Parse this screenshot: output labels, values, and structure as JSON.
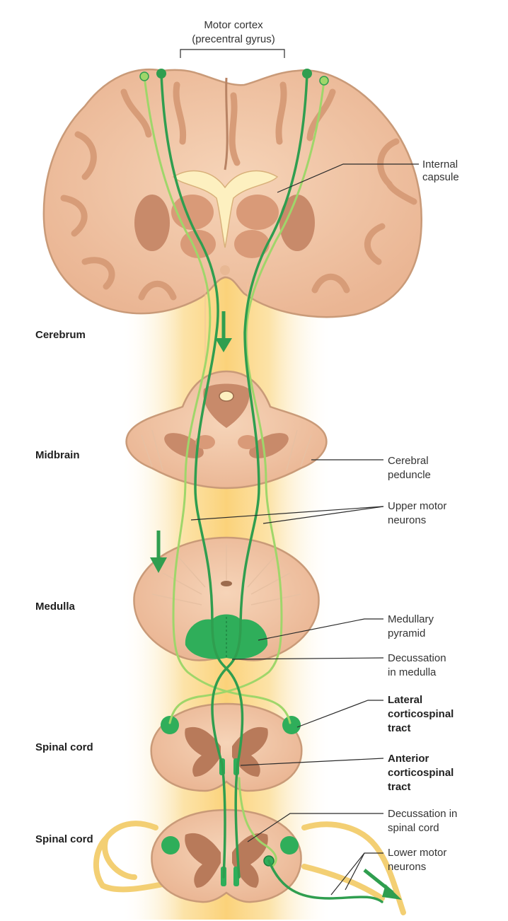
{
  "sections": {
    "cerebrum": "Cerebrum",
    "midbrain": "Midbrain",
    "medulla": "Medulla",
    "spinal_cord_1": "Spinal cord",
    "spinal_cord_2": "Spinal cord"
  },
  "labels": {
    "motor_cortex_1": "Motor cortex",
    "motor_cortex_2": "(precentral gyrus)",
    "internal_capsule_1": "Internal",
    "internal_capsule_2": "capsule",
    "cerebral_peduncle_1": "Cerebral",
    "cerebral_peduncle_2": "peduncle",
    "upper_motor_1": "Upper motor",
    "upper_motor_2": "neurons",
    "medullary_pyramid_1": "Medullary",
    "medullary_pyramid_2": "pyramid",
    "decussation_medulla_1": "Decussation",
    "decussation_medulla_2": "in medulla",
    "lateral_cst_1": "Lateral",
    "lateral_cst_2": "corticospinal",
    "lateral_cst_3": "tract",
    "anterior_cst_1": "Anterior",
    "anterior_cst_2": "corticospinal",
    "anterior_cst_3": "tract",
    "decussation_spinal_1": "Decussation in",
    "decussation_spinal_2": "spinal cord",
    "lower_motor_1": "Lower motor",
    "lower_motor_2": "neurons"
  },
  "colors": {
    "tissue": "#f2c4a4",
    "tissue_outline": "#c99a78",
    "grey_matter": "#b87a5a",
    "tract_dark": "#2f9e4f",
    "tract_light": "#9fd66a",
    "pathway_glow": "#fbd27a",
    "ventricle": "#fdf0c0",
    "peripheral_nerve": "#f3cf73"
  }
}
